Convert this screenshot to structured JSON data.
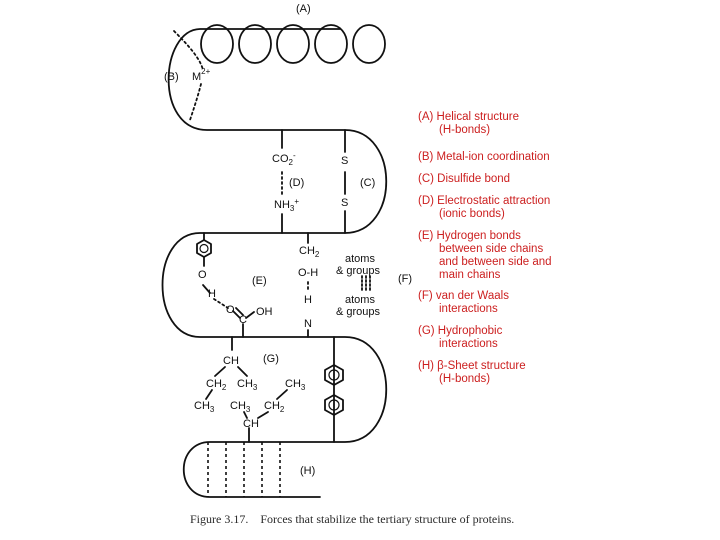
{
  "diagram": {
    "labels": {
      "A": "(A)",
      "B": "(B)",
      "C": "(C)",
      "D": "(D)",
      "E": "(E)",
      "F": "(F)",
      "G": "(G)",
      "H": "(H)"
    },
    "chem": {
      "metal": "M",
      "metal_charge": "2+",
      "co2": "CO",
      "co2_sub": "2",
      "co2_charge": "-",
      "nh3": "NH",
      "nh3_sub": "3",
      "nh3_charge": "+",
      "s_top": "S",
      "s_bottom": "S",
      "o_phenol": "O",
      "h_phenol": "H",
      "o_carbonyl": "O",
      "c_carboxyl": "C",
      "oh": "OH",
      "ch2_top": "CH",
      "ch2_top_sub": "2",
      "oh_bond": "O-H",
      "h_amide": "H",
      "n_amide": "N",
      "atoms_1": "atoms",
      "groups_1": "& groups",
      "atoms_2": "atoms",
      "groups_2": "& groups",
      "ch": "CH",
      "ch2_a": "CH",
      "ch3_a": "CH",
      "ch3_b": "CH",
      "ch3_c": "CH",
      "ch3_d": "CH",
      "ch2_b": "CH",
      "ch_bottom": "CH",
      "sub2": "2",
      "sub3": "3"
    }
  },
  "legend": [
    {
      "lines": [
        "(A) Helical structure",
        "(H-bonds)"
      ]
    },
    {
      "lines": [
        "(B) Metal-ion coordination"
      ]
    },
    {
      "lines": [
        "(C) Disulfide bond"
      ]
    },
    {
      "lines": [
        "(D) Electrostatic attraction",
        "(ionic bonds)"
      ]
    },
    {
      "lines": [
        "(E) Hydrogen bonds",
        "between side chains",
        "and between side and",
        "main chains"
      ]
    },
    {
      "lines": [
        "(F) van der Waals",
        "interactions"
      ]
    },
    {
      "lines": [
        "(G) Hydrophobic",
        "interactions"
      ]
    },
    {
      "lines": [
        "(H) β-Sheet structure",
        "(H-bonds)"
      ]
    }
  ],
  "caption": {
    "label": "Figure 3.17.",
    "text": "Forces that stabilize the tertiary structure of proteins."
  },
  "colors": {
    "legend_text": "#cc1f1f",
    "line": "#111111",
    "caption_text": "#2a2a2a"
  }
}
